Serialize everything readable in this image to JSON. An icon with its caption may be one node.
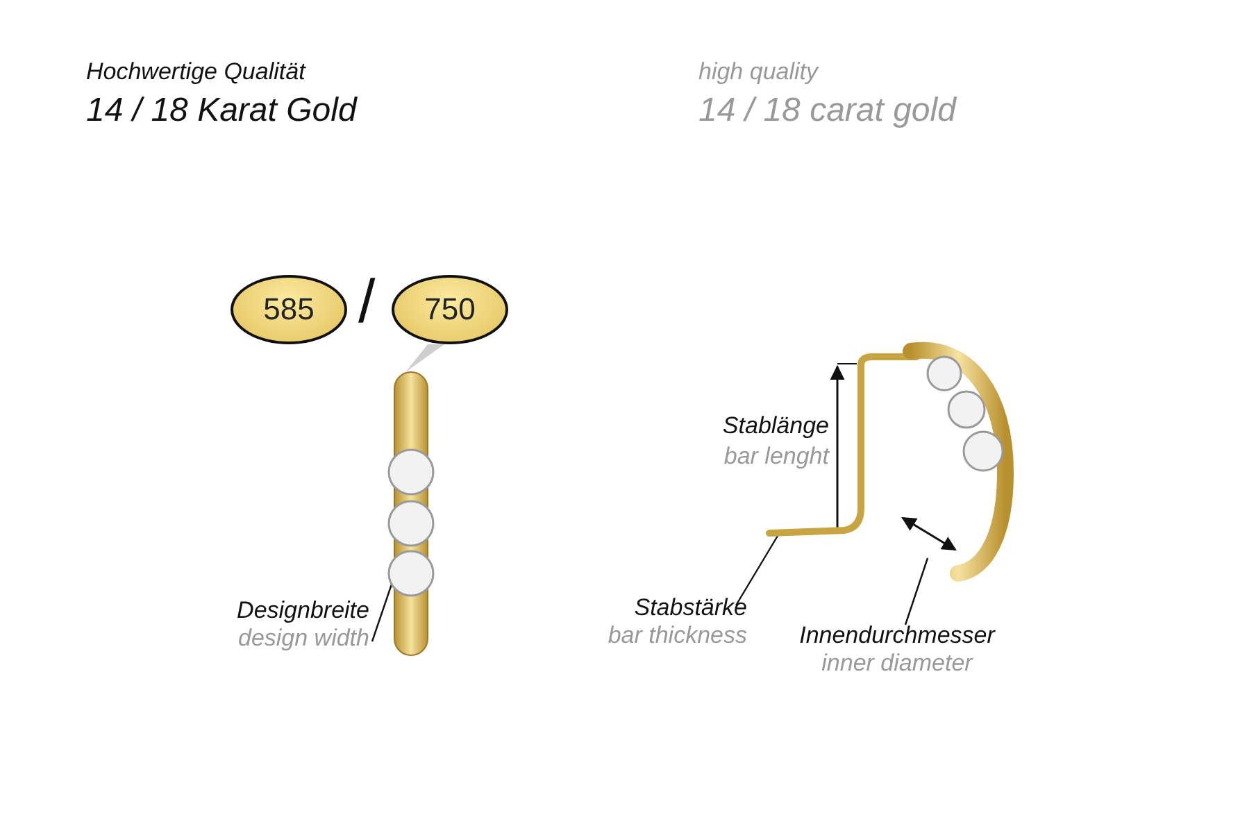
{
  "diagram": {
    "nodes": [
      {
        "text": [
          "585"
        ]
      },
      {
        "text": [
          "750"
        ]
      },
      {
        "text": [],
        "shape": "picture"
      },
      {
        "text": [
          "Designbreite",
          "design width"
        ]
      },
      {
        "text": [],
        "shape": "picture"
      },
      {
        "text": [
          "Stabstärke",
          "bar thickness"
        ]
      },
      {
        "text": [
          "Innendurchmesser",
          "inner diameter"
        ]
      }
    ],
    "edges": [
      {
        "from": 1,
        "to": 2,
        "arrow": "none"
      },
      {
        "from": 3,
        "to": 2,
        "arrow": "none"
      },
      {
        "from": 5,
        "to": 4,
        "arrow": "none"
      },
      {
        "from": 6,
        "to": 4,
        "arrow": "none"
      }
    ],
    "labels": [
      "Hochwertige Qualität",
      "14 / 18 Karat Gold",
      "high quality",
      "14 / 18 carat gold",
      "/",
      "Stablänge",
      "bar lenght"
    ]
  }
}
